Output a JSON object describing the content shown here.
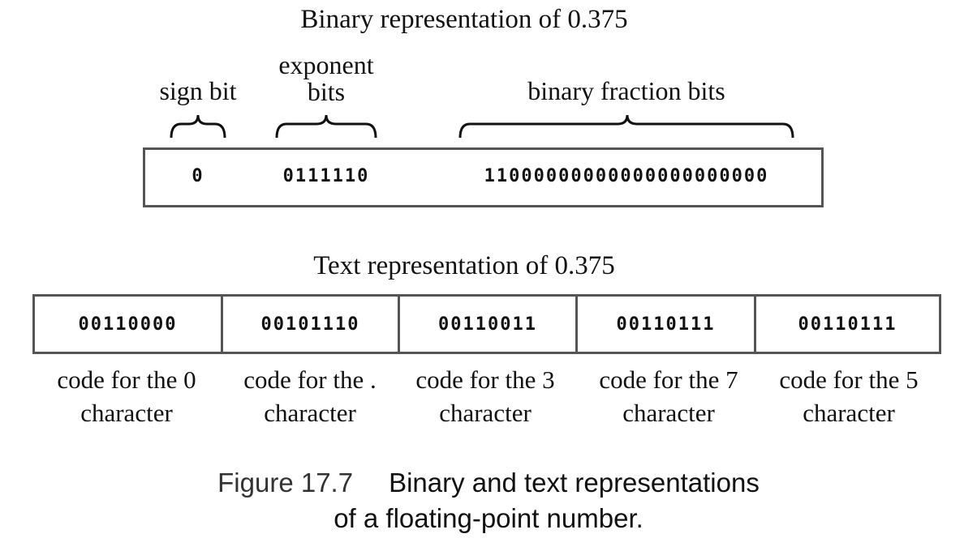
{
  "binary": {
    "title": "Binary representation of 0.375",
    "labels": {
      "sign": "sign bit",
      "exponent_line1": "exponent",
      "exponent_line2": "bits",
      "fraction": "binary fraction bits"
    },
    "sign_bit": "0",
    "exponent_bits": "0111110",
    "fraction_bits": "11000000000000000000000"
  },
  "text": {
    "title": "Text representation of 0.375",
    "cells": [
      {
        "bits": "00110000",
        "line1": "code for the 0",
        "line2": "character"
      },
      {
        "bits": "00101110",
        "line1": "code for the .",
        "line2": "character"
      },
      {
        "bits": "00110011",
        "line1": "code for the 3",
        "line2": "character"
      },
      {
        "bits": "00110111",
        "line1": "code for the 7",
        "line2": "character"
      },
      {
        "bits": "00110111",
        "line1": "code for the 5",
        "line2": "character"
      }
    ]
  },
  "caption": {
    "number": "Figure 17.7",
    "line1": "Binary and text representations",
    "line2": "of a floating-point number."
  }
}
